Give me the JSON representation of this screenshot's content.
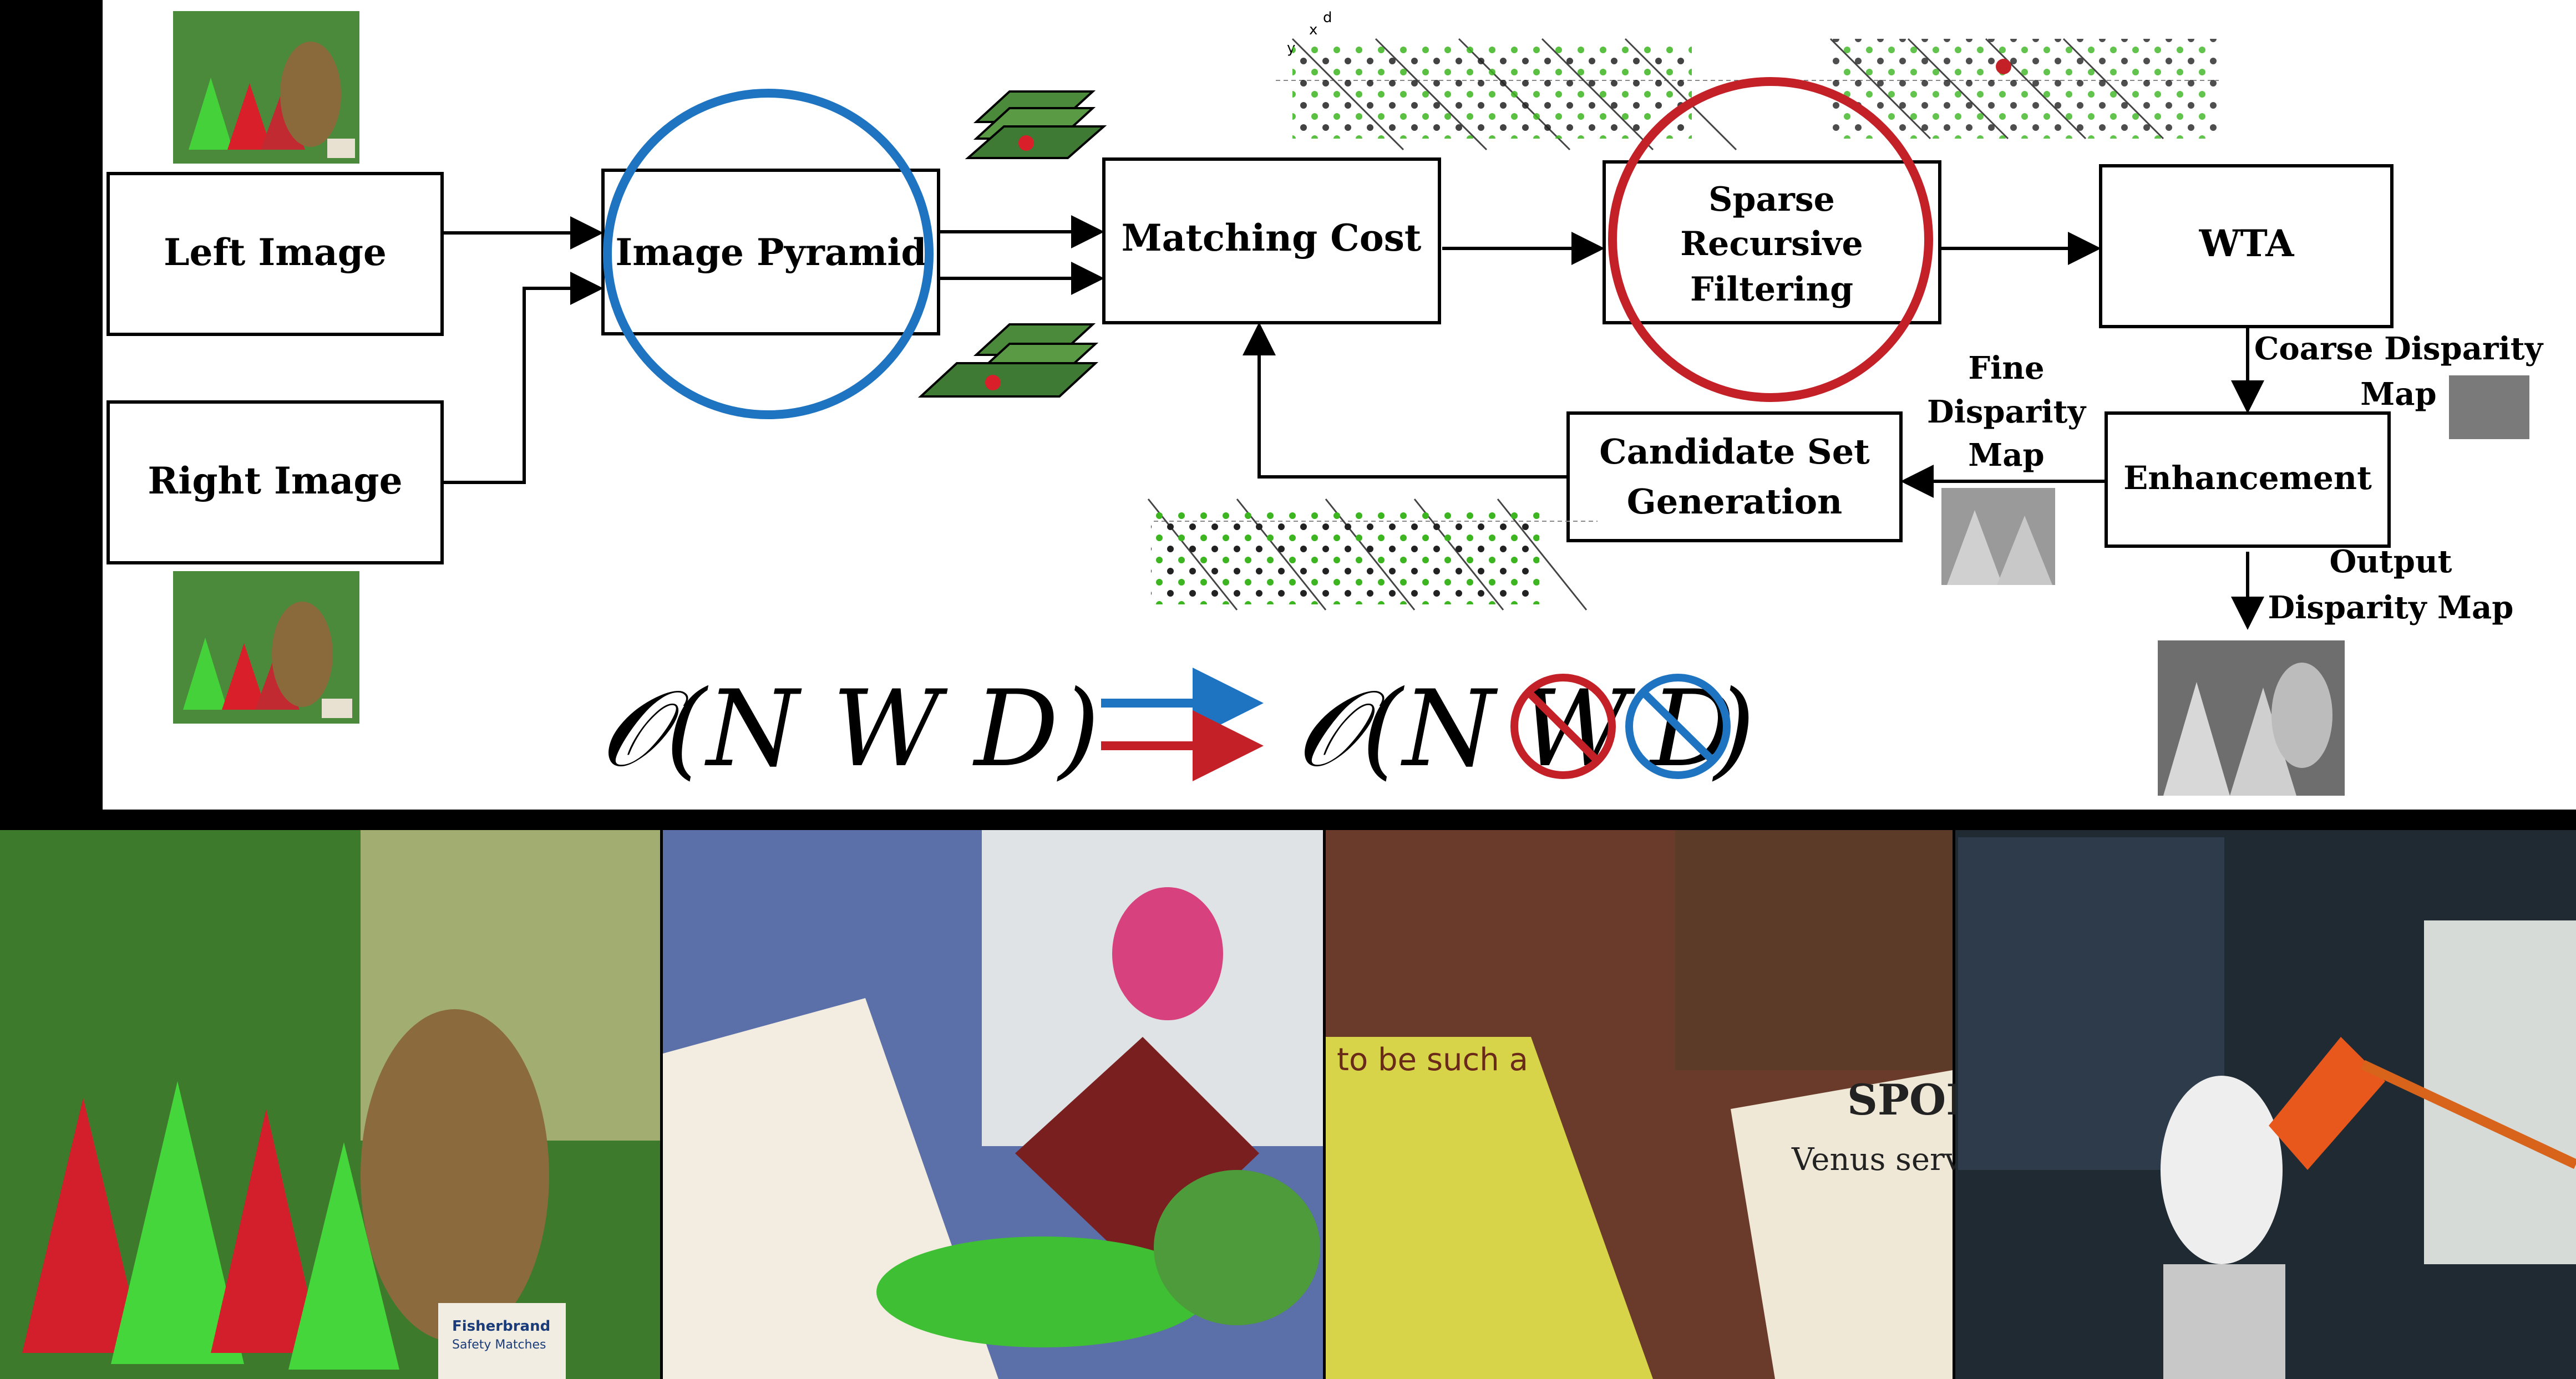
{
  "diagram": {
    "boxes": {
      "left_image": "Left Image",
      "right_image": "Right Image",
      "image_pyramid": "Image Pyramid",
      "matching_cost": "Matching Cost",
      "sparse_filter": [
        "Sparse",
        "Recursive",
        "Filtering"
      ],
      "wta": "WTA",
      "enhancement": "Enhancement",
      "candidate_set": [
        "Candidate Set",
        "Generation"
      ]
    },
    "labels": {
      "coarse_disparity": [
        "Coarse Disparity",
        "Map"
      ],
      "fine_disparity": [
        "Fine",
        "Disparity",
        "Map"
      ],
      "output_disparity": [
        "Output",
        "Disparity Map"
      ]
    },
    "axis_labels": {
      "d": "d",
      "x": "x",
      "y": "y"
    },
    "complexity": {
      "left_O": "𝒪(",
      "left_NWD": "N W D",
      "right_O": "𝒪(",
      "right_N": "N",
      "right_W": "W",
      "right_D": "D",
      "close": ")"
    },
    "colors": {
      "blue": "#1f74c1",
      "red": "#c32028",
      "green_dot": "#3cb521",
      "gray_dot": "#a8a8a8"
    }
  },
  "photos": [
    {
      "name": "cones",
      "texts": [
        "Fisherbrand",
        "Safety Matches"
      ]
    },
    {
      "name": "teddy",
      "texts": []
    },
    {
      "name": "venus",
      "texts": [
        "SPORT",
        "Venus serves",
        "to be such a"
      ]
    },
    {
      "name": "tsukuba",
      "texts": []
    }
  ]
}
